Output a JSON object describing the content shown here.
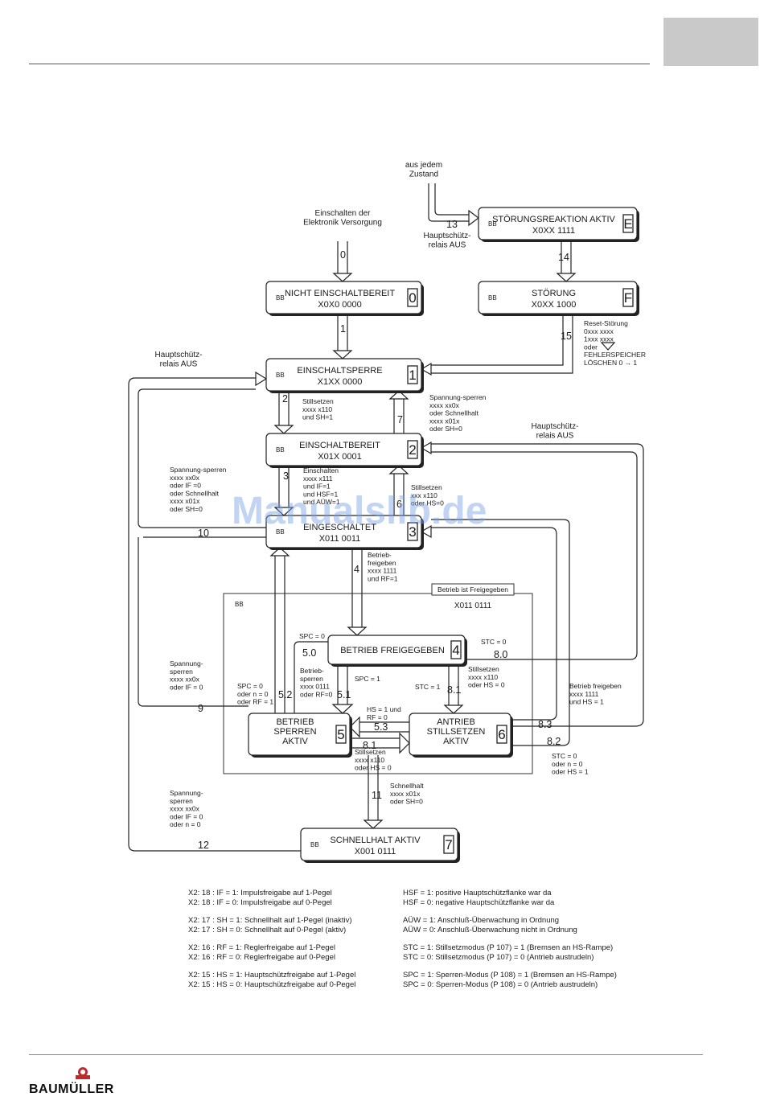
{
  "watermark": "Manualslib.de",
  "logo": {
    "text": "BAUMÜLLER"
  },
  "states": [
    {
      "id": "s0",
      "bb": "BB",
      "name": "NICHT EINSCHALTBEREIT",
      "code": "X0X0 0000",
      "num": "0"
    },
    {
      "id": "s1",
      "bb": "BB",
      "name": "EINSCHALTSPERRE",
      "code": "X1XX 0000",
      "num": "1"
    },
    {
      "id": "s2",
      "bb": "BB",
      "name": "EINSCHALTBEREIT",
      "code": "X01X 0001",
      "num": "2"
    },
    {
      "id": "s3",
      "bb": "BB",
      "name": "EINGESCHALTET",
      "code": "X011 0011",
      "num": "3"
    },
    {
      "id": "s4",
      "bb": "",
      "name": "BETRIEB FREIGEGEBEN",
      "code": "",
      "num": "4"
    },
    {
      "id": "s5",
      "bb": "",
      "name": "BETRIEB\nSPERREN\nAKTIV",
      "code": "",
      "num": "5"
    },
    {
      "id": "s6",
      "bb": "",
      "name": "ANTRIEB\nSTILLSETZEN\nAKTIV",
      "code": "",
      "num": "6"
    },
    {
      "id": "s7",
      "bb": "BB",
      "name": "SCHNELLHALT AKTIV",
      "code": "X001 0111",
      "num": "7"
    },
    {
      "id": "sE",
      "bb": "BB",
      "name": "STÖRUNGSREAKTION AKTIV",
      "code": "X0XX 1111",
      "num": "E"
    },
    {
      "id": "sF",
      "bb": "BB",
      "name": "STÖRUNG",
      "code": "X0XX 1000",
      "num": "F"
    }
  ],
  "group": {
    "bb": "BB",
    "label": "Betrieb ist Freigegeben",
    "code": "X011 0111"
  },
  "labels": [
    {
      "id": "aus_jedem",
      "text": "aus jedem\nZustand"
    },
    {
      "id": "einschalten_elek",
      "text": "Einschalten der\nElektronik Versorgung"
    },
    {
      "id": "hs_aus_13",
      "text": "Hauptschütz-\nrelais AUS"
    },
    {
      "id": "hs_aus_left",
      "text": "Hauptschütz-\nrelais AUS"
    },
    {
      "id": "hs_aus_right",
      "text": "Hauptschütz-\nrelais AUS"
    },
    {
      "id": "reset",
      "text": "Reset-Störung\n0xxx xxxx\n\n1xxx xxxx\noder\nFEHLERSPEICHER\nLÖSCHEN 0   → 1"
    },
    {
      "id": "t2",
      "text": "Stillsetzen\nxxxx x110\nund SH=1"
    },
    {
      "id": "t7",
      "text": "Spannung-sperren\nxxxx xx0x\noder Schnellhalt\nxxxx x01x\noder SH=0"
    },
    {
      "id": "t3",
      "text": "Einschalten\nxxxx x111\nund IF=1\nund HSF=1\nund AÜW=1"
    },
    {
      "id": "t6",
      "text": "Stillsetzen\nxxx x110\noder HS=0"
    },
    {
      "id": "t10",
      "text": "Spannung-sperren\nxxxx xx0x\noder IF =0\noder Schnellhalt\nxxxx x01x\noder SH=0"
    },
    {
      "id": "t4",
      "text": "Betrieb-\nfreigeben\nxxxx 1111\nund RF=1"
    },
    {
      "id": "spc0",
      "text": "SPC = 0"
    },
    {
      "id": "stc0",
      "text": "STC = 0"
    },
    {
      "id": "t9",
      "text": "Spannung-\nsperren\nxxxx xx0x\noder IF = 0"
    },
    {
      "id": "t52",
      "text": "SPC = 0\noder n = 0\noder RF = 1"
    },
    {
      "id": "t51",
      "text": "Betrieb-\nsperren\nxxxx 0111\noder RF=0"
    },
    {
      "id": "spc1",
      "text": "SPC = 1"
    },
    {
      "id": "stc1",
      "text": "STC = 1"
    },
    {
      "id": "t81",
      "text": "Stillsetzen\nxxxx x110\noder HS = 0"
    },
    {
      "id": "t80r",
      "text": "Betrieb freigeben\nxxxx 1111\nund HS = 1"
    },
    {
      "id": "t53",
      "text": "HS = 1 und\nRF = 0"
    },
    {
      "id": "t81b",
      "text": "Stillsetzen\nxxxx x110\noder HS = 0"
    },
    {
      "id": "t82",
      "text": "STC = 0\noder n = 0\noder HS = 1"
    },
    {
      "id": "t11",
      "text": "Schnellhalt\nxxxx x01x\noder SH=0"
    },
    {
      "id": "t12",
      "text": "Spannung-\nsperren\nxxxx xx0x\noder IF = 0\noder n = 0"
    }
  ],
  "numbers": [
    {
      "id": "n0",
      "text": "0"
    },
    {
      "id": "n1",
      "text": "1"
    },
    {
      "id": "n2",
      "text": "2"
    },
    {
      "id": "n3",
      "text": "3"
    },
    {
      "id": "n4",
      "text": "4"
    },
    {
      "id": "n6",
      "text": "6"
    },
    {
      "id": "n7",
      "text": "7"
    },
    {
      "id": "n9",
      "text": "9"
    },
    {
      "id": "n10",
      "text": "10"
    },
    {
      "id": "n11",
      "text": "11"
    },
    {
      "id": "n12",
      "text": "12"
    },
    {
      "id": "n13",
      "text": "13"
    },
    {
      "id": "n14",
      "text": "14"
    },
    {
      "id": "n15",
      "text": "15"
    },
    {
      "id": "n50",
      "text": "5.0"
    },
    {
      "id": "n51",
      "text": "5.1"
    },
    {
      "id": "n52",
      "text": "5.2"
    },
    {
      "id": "n53",
      "text": "5.3"
    },
    {
      "id": "n80",
      "text": "8.0"
    },
    {
      "id": "n81",
      "text": "8.1"
    },
    {
      "id": "n81b",
      "text": "8.1"
    },
    {
      "id": "n82",
      "text": "8.2"
    },
    {
      "id": "n83",
      "text": "8.3"
    }
  ],
  "legend_left": [
    "X2: 18 : IF = 1: Impulsfreigabe auf 1-Pegel",
    "X2: 18 : IF = 0: Impulsfreigabe auf 0-Pegel",
    "",
    "X2: 17 : SH = 1: Schnellhalt auf 1-Pegel (inaktiv)",
    "X2: 17 : SH = 0: Schnellhalt auf 0-Pegel (aktiv)",
    "",
    "X2: 16 : RF = 1: Reglerfreigabe auf 1-Pegel",
    "X2: 16 : RF = 0: Reglerfreigabe auf 0-Pegel",
    "",
    "X2: 15 : HS = 1: Hauptschützfreigabe auf 1-Pegel",
    "X2: 15 : HS = 0: Hauptschützfreigabe auf 0-Pegel"
  ],
  "legend_right": [
    "HSF = 1: positive Hauptschützflanke war da",
    "HSF = 0: negative Hauptschützflanke war da",
    "",
    "AÜW = 1: Anschluß-Überwachung in Ordnung",
    "AÜW = 0: Anschluß-Überwachung nicht in Ordnung",
    "",
    "STC = 1: Stillsetzmodus (P 107) = 1 (Bremsen an HS-Rampe)",
    "STC = 0: Stillsetzmodus (P 107) = 0 (Antrieb austrudeln)",
    "",
    "SPC = 1: Sperren-Modus (P 108) = 1 (Bremsen an HS-Rampe)",
    "SPC = 0: Sperren-Modus (P 108) = 0 (Antrieb austrudeln)"
  ]
}
